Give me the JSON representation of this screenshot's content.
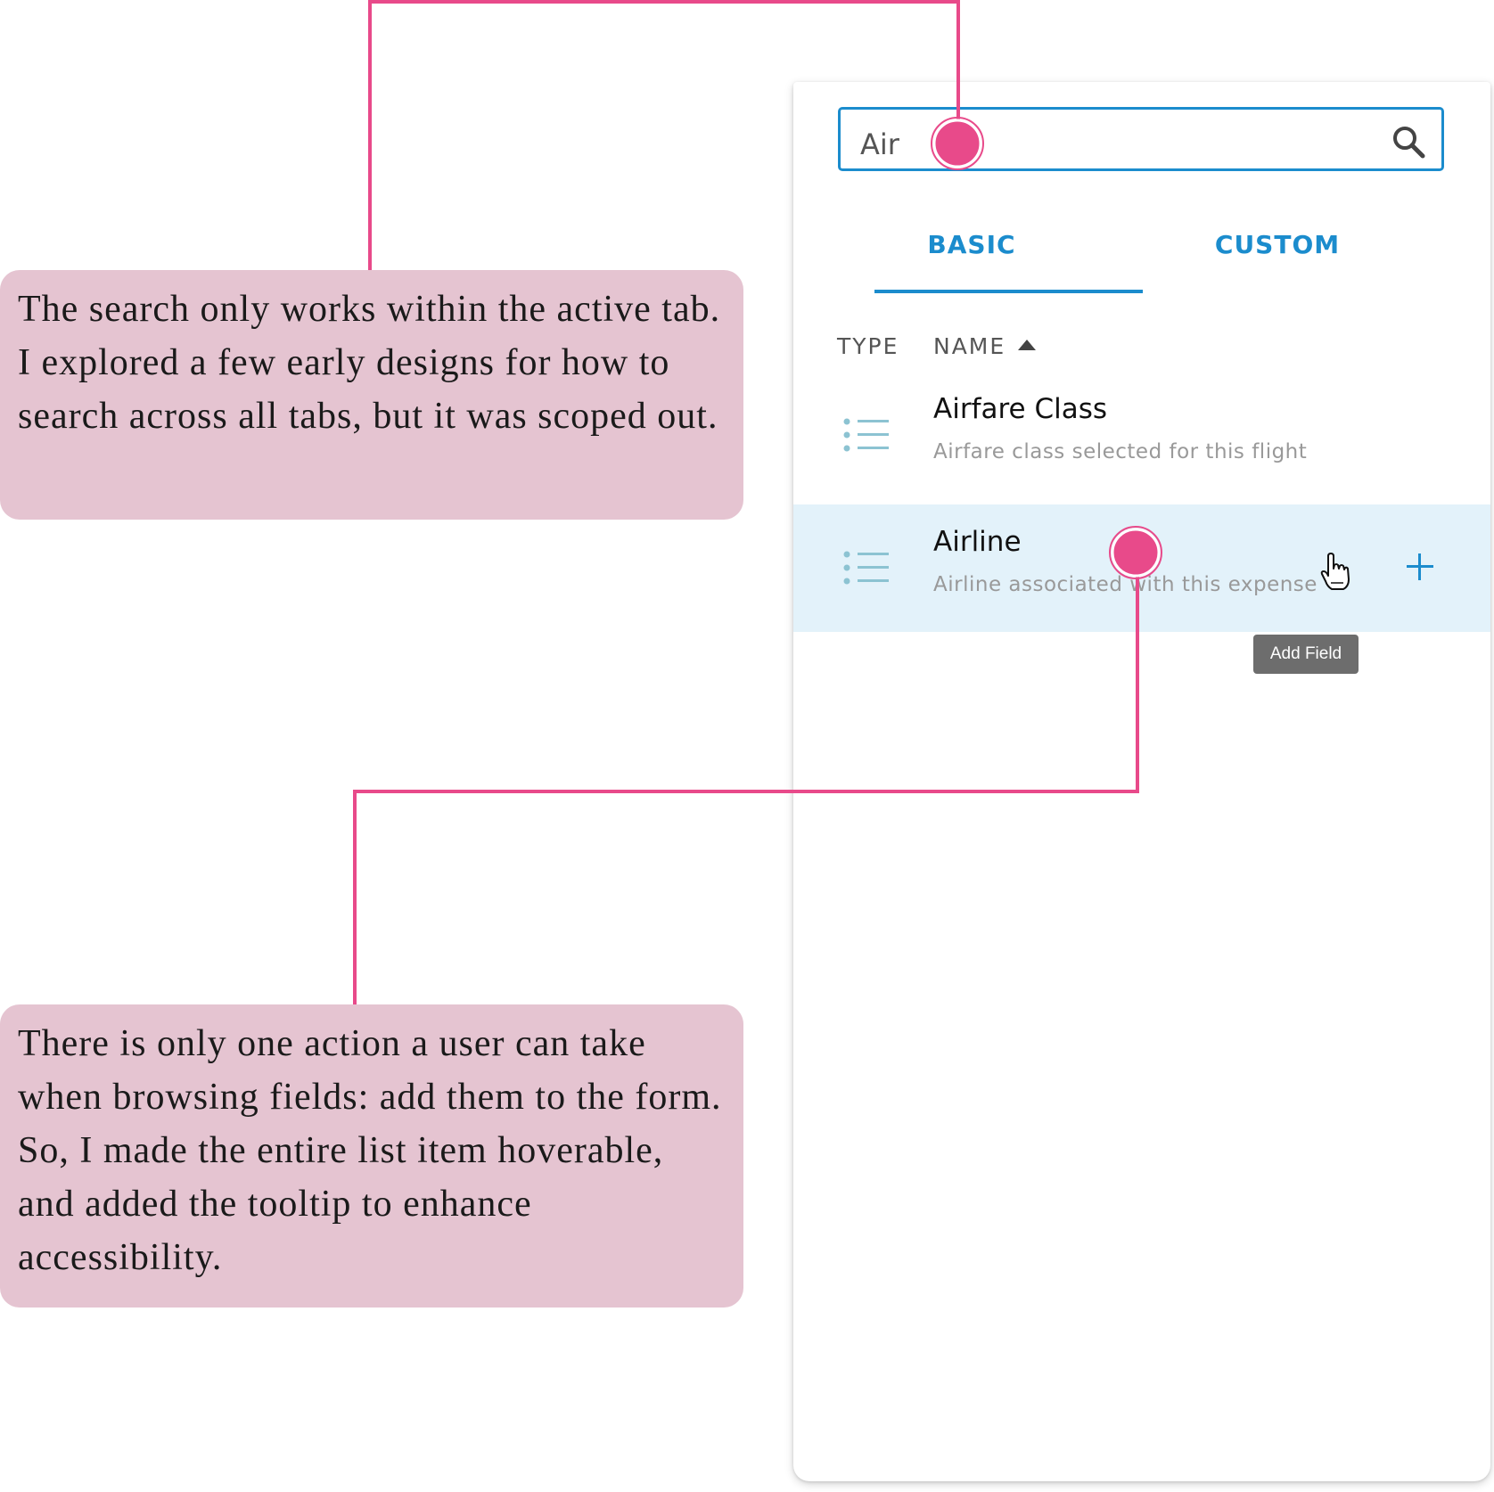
{
  "search": {
    "value": "Air"
  },
  "tabs": [
    {
      "label": "BASIC",
      "active": true
    },
    {
      "label": "CUSTOM",
      "active": false
    }
  ],
  "columns": {
    "type": "TYPE",
    "name": "NAME"
  },
  "rows": [
    {
      "title": "Airfare Class",
      "description": "Airfare class selected for this flight",
      "icon": "list-icon"
    },
    {
      "title": "Airline",
      "description": "Airline associated with this expense",
      "icon": "list-icon",
      "hovered": true
    }
  ],
  "tooltip": "Add Field",
  "annotations": [
    "The search only works within the active tab. I explored a few early designs for how to search across all tabs, but it was scoped out.",
    "There is only one action a user can take when browsing fields: add them to the form. So, I made the entire list item hoverable, and added the tooltip to enhance accessibility."
  ],
  "colors": {
    "accent": "#1b8ccd",
    "annotation_marker": "#e84a8a",
    "annotation_bg": "#e5c4d1",
    "hover_row": "#e3f2fa"
  }
}
